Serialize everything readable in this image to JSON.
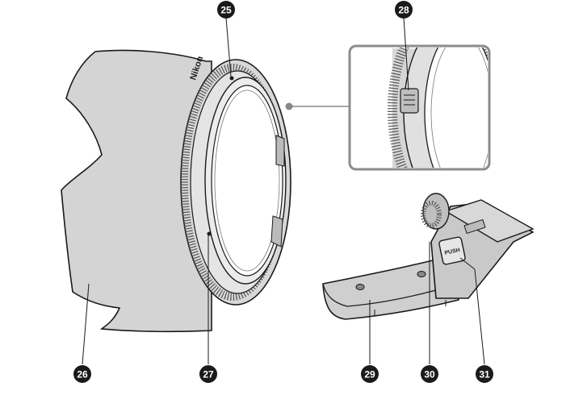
{
  "diagram": {
    "brand_logo": "Nikon",
    "push_label": "PUSH",
    "callouts": [
      {
        "id": "25",
        "label": "25"
      },
      {
        "id": "28",
        "label": "28"
      },
      {
        "id": "26",
        "label": "26"
      },
      {
        "id": "27",
        "label": "27"
      },
      {
        "id": "29",
        "label": "29"
      },
      {
        "id": "30",
        "label": "30"
      },
      {
        "id": "31",
        "label": "31"
      }
    ],
    "colors": {
      "hood_fill": "#d4d4d4",
      "foot_fill": "#cfcfcf",
      "line": "#1a1a1a",
      "detail_frame": "#8c8c8c",
      "callout_bg": "#1a1a1a"
    }
  }
}
